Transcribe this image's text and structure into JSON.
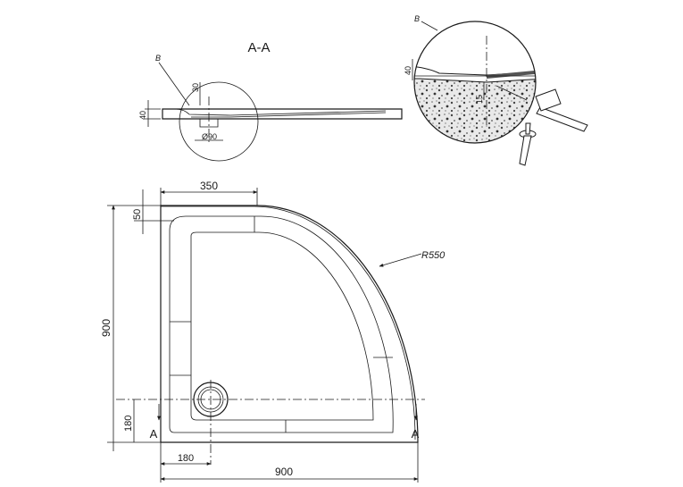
{
  "section": {
    "title": "A-A",
    "detail_mark": "B",
    "dim_height": "40",
    "dim_30": "30",
    "dim_drain": "Ø90"
  },
  "detail": {
    "mark": "B",
    "dim_height": "40",
    "dim_15": "15"
  },
  "plan": {
    "dim_top": "350",
    "dim_offset": "50",
    "dim_left": "900",
    "dim_bottom_left": "180",
    "dim_bottom": "900",
    "dim_side": "180",
    "radius": "R550",
    "section_left": "A",
    "section_right": "A"
  }
}
